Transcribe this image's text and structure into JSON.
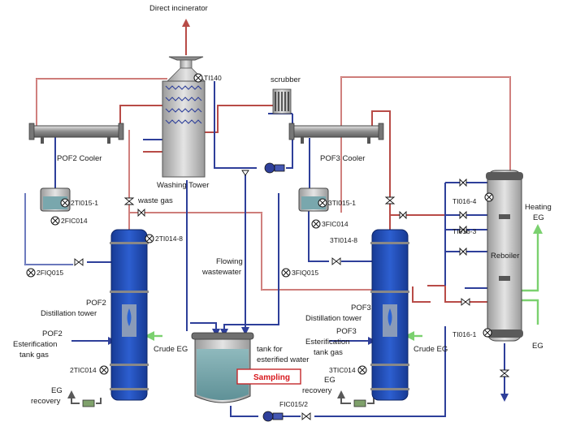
{
  "labels": {
    "direct_incinerator": "Direct incinerator",
    "ti140": "TI140",
    "scrubber": "scrubber",
    "pof2_cooler": "POF2 Cooler",
    "pof3_cooler": "POF3 Cooler",
    "washing_tower": "Washing Tower",
    "waste_gas": "waste gas",
    "ti015_1_left": "2TI015-1",
    "fic014_left": "2FIC014",
    "ti014_8_left": "2TI014-8",
    "fiq015_left": "2FIQ015",
    "pof2_line1": "POF2",
    "pof2_line2": "Distillation tower",
    "pof2_gas_1": "POF2",
    "pof2_gas_2": "Esterification",
    "pof2_gas_3": "tank gas",
    "crude_eg_left": "Crude EG",
    "tic014_left": "2TIC014",
    "eg_recovery_left_1": "EG",
    "eg_recovery_left_2": "recovery",
    "flowing_1": "Flowing",
    "flowing_2": "wastewater",
    "tank_1": "tank for",
    "tank_2": "esterified water",
    "sampling": "Sampling",
    "fic015_2": "FIC015/2",
    "ti015_1_right": "3TI015-1",
    "fic014_right": "3FIC014",
    "ti014_8_right": "3TI014-8",
    "fiq015_right": "3FIQ015",
    "pof3_line1": "POF3",
    "pof3_line2": "Distillation tower",
    "pof3_gas_1": "POF3",
    "pof3_gas_2": "Esterification",
    "pof3_gas_3": "tank gas",
    "crude_eg_right": "Crude EG",
    "tic014_right": "3TIC014",
    "eg_recovery_right_1": "EG",
    "eg_recovery_right_2": "recovery",
    "ti016_4": "TI016-4",
    "ti016_3": "TI016-3",
    "ti016_1": "TI016-1",
    "reboiler": "Reboiler",
    "heating_1": "Heating",
    "heating_2": "EG",
    "eg_right": "EG"
  },
  "colors": {
    "hot_pipe": "#b84b47",
    "cold_pipe": "#2e3f9a",
    "eg_pipe": "#7bd16f",
    "column_body": "#1f49b5",
    "sampling_text": "#d8171c",
    "equipment_grey": "#bfbfbf"
  }
}
